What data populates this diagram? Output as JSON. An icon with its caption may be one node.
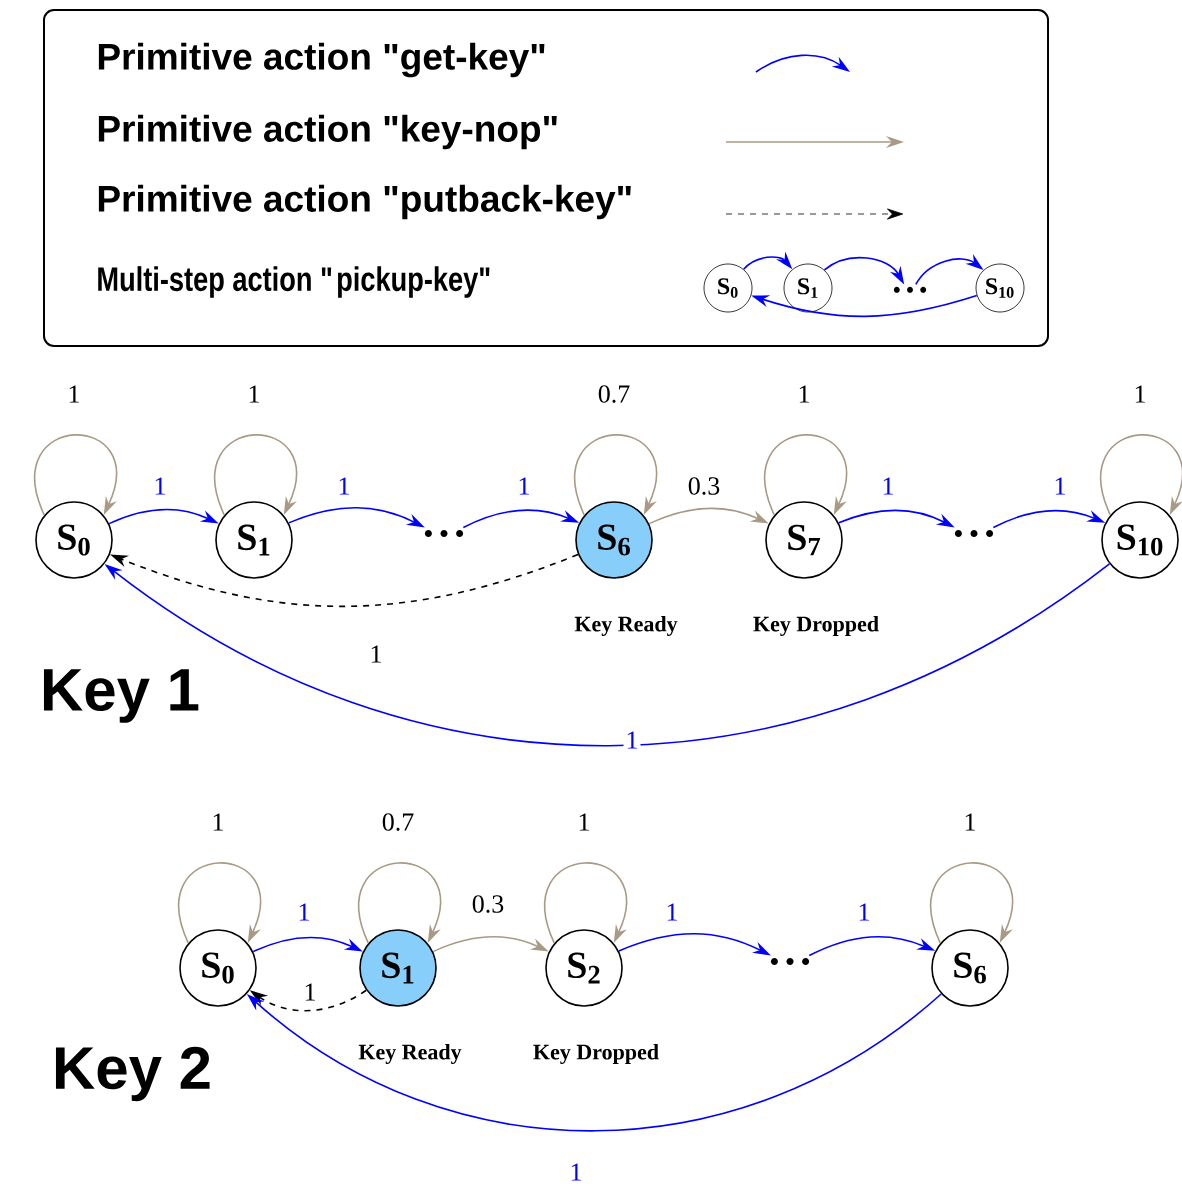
{
  "diagram": {
    "nodes": [
      {
        "text": [
          "S$_{0}$"
        ]
      },
      {
        "text": [
          "S$_{1}$"
        ]
      },
      {
        "text": [
          "• • •"
        ]
      },
      {
        "text": [
          "S$_{10}$"
        ]
      },
      {
        "text": [
          "S$_{0}$"
        ]
      },
      {
        "text": [
          "S$_{1}$"
        ]
      },
      {
        "text": [
          "• • •"
        ]
      },
      {
        "text": [
          "S$_{6}$"
        ],
        "beside": [
          "Key Ready"
        ]
      },
      {
        "text": [
          "S$_{7}$"
        ],
        "beside": [
          "Key Dropped"
        ]
      },
      {
        "text": [
          "• • •"
        ]
      },
      {
        "text": [
          "S$_{10}$"
        ]
      },
      {
        "text": [
          "S$_{0}$"
        ]
      },
      {
        "text": [
          "S$_{1}$"
        ],
        "beside": [
          "Key Ready"
        ]
      },
      {
        "text": [
          "S$_{2}$"
        ],
        "beside": [
          "Key Dropped"
        ]
      },
      {
        "text": [
          "• • •"
        ]
      },
      {
        "text": [
          "S$_{6}$"
        ]
      }
    ],
    "edges": [
      {
        "from": 0,
        "to": 1,
        "arrow": "to",
        "color": "#0000ff"
      },
      {
        "from": 1,
        "to": 2,
        "arrow": "to",
        "color": "#0000ff"
      },
      {
        "from": 2,
        "to": 3,
        "arrow": "to",
        "color": "#0000ff"
      },
      {
        "from": 3,
        "to": 0,
        "arrow": "to",
        "color": "#0000ff"
      },
      {
        "from": 4,
        "to": 4,
        "arrow": "to",
        "label": "1",
        "color": "#a89a85"
      },
      {
        "from": 4,
        "to": 5,
        "arrow": "to",
        "label": "1",
        "color": "#0000ff"
      },
      {
        "from": 5,
        "to": 5,
        "arrow": "to",
        "label": "1",
        "color": "#a89a85"
      },
      {
        "from": 5,
        "to": 6,
        "arrow": "to",
        "label": "1",
        "color": "#0000ff"
      },
      {
        "from": 6,
        "to": 7,
        "arrow": "to",
        "label": "1",
        "color": "#0000ff"
      },
      {
        "from": 7,
        "to": 7,
        "arrow": "to",
        "label": "0.7",
        "color": "#a89a85"
      },
      {
        "from": 7,
        "to": 8,
        "arrow": "to",
        "label": "0.3",
        "color": "#a89a85"
      },
      {
        "from": 8,
        "to": 8,
        "arrow": "to",
        "label": "1",
        "color": "#a89a85"
      },
      {
        "from": 8,
        "to": 9,
        "arrow": "to",
        "label": "1",
        "color": "#0000ff"
      },
      {
        "from": 9,
        "to": 10,
        "arrow": "to",
        "label": "1",
        "color": "#0000ff"
      },
      {
        "from": 10,
        "to": 10,
        "arrow": "to",
        "label": "1",
        "color": "#a89a85"
      },
      {
        "from": 7,
        "to": 4,
        "arrow": "to",
        "label": "1",
        "style": "dashed",
        "color": "#000000"
      },
      {
        "from": 10,
        "to": 4,
        "arrow": "to",
        "label": "1",
        "color": "#0000ff"
      },
      {
        "from": 11,
        "to": 11,
        "arrow": "to",
        "label": "1",
        "color": "#a89a85"
      },
      {
        "from": 11,
        "to": 12,
        "arrow": "to",
        "label": "1",
        "color": "#0000ff"
      },
      {
        "from": 12,
        "to": 12,
        "arrow": "to",
        "label": "0.7",
        "color": "#a89a85"
      },
      {
        "from": 12,
        "to": 13,
        "arrow": "to",
        "label": "0.3",
        "color": "#a89a85"
      },
      {
        "from": 13,
        "to": 13,
        "arrow": "to",
        "label": "1",
        "color": "#a89a85"
      },
      {
        "from": 13,
        "to": 14,
        "arrow": "to",
        "label": "1",
        "color": "#0000ff"
      },
      {
        "from": 14,
        "to": 15,
        "arrow": "to",
        "label": "1",
        "color": "#0000ff"
      },
      {
        "from": 15,
        "to": 15,
        "arrow": "to",
        "label": "1",
        "color": "#a89a85"
      },
      {
        "from": 12,
        "to": 11,
        "arrow": "to",
        "label": "1",
        "style": "dashed",
        "color": "#000000"
      },
      {
        "from": 15,
        "to": 11,
        "arrow": "to",
        "label": "1",
        "color": "#0000ff"
      }
    ],
    "labels": [
      "Key 1",
      "Key 2"
    ],
    "legend": [
      {
        "text": "Primitive action \"get-key\""
      },
      {
        "text": "Primitive action \"key-nop\""
      },
      {
        "text": "Primitive action \"putback-key\""
      },
      {
        "text": "Multi-step action \"pickup-key\""
      }
    ]
  }
}
